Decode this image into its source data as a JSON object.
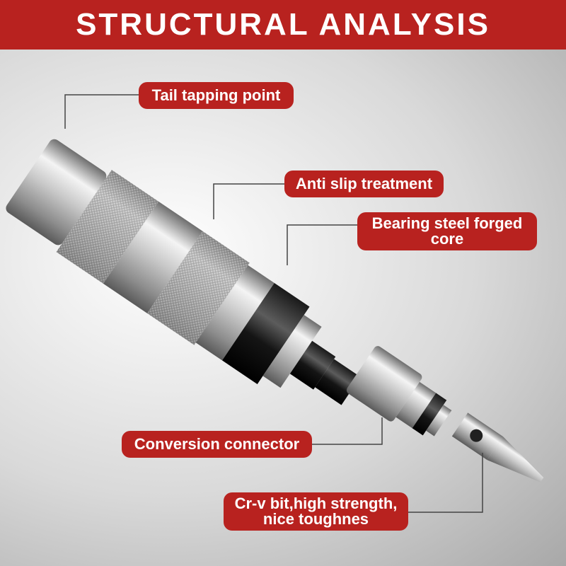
{
  "header": {
    "title": "STRUCTURAL ANALYSIS"
  },
  "callouts": {
    "tail": "Tail tapping point",
    "anti_slip": "Anti slip treatment",
    "core": "Bearing steel forged\ncore",
    "connector": "Conversion connector",
    "bit": "Cr-v bit,high strength,\nnice toughnes"
  },
  "colors": {
    "accent": "#b8221f",
    "text": "#ffffff"
  }
}
